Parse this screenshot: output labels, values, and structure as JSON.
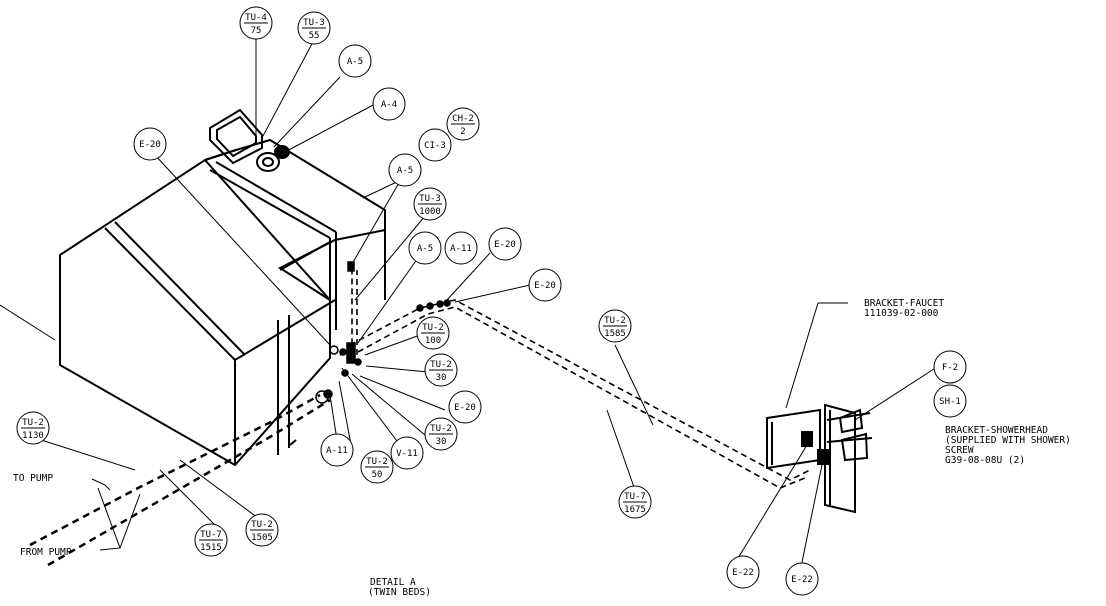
{
  "callouts": [
    {
      "top": "TU-4",
      "bottom": "75"
    },
    {
      "top": "TU-3",
      "bottom": "55"
    },
    {
      "single": "A-5"
    },
    {
      "single": "A-4"
    },
    {
      "top": "CH-2",
      "bottom": "2"
    },
    {
      "single": "CI-3"
    },
    {
      "single": "E-20"
    },
    {
      "single": "A-5"
    },
    {
      "top": "TU-3",
      "bottom": "1000"
    },
    {
      "single": "A-5"
    },
    {
      "single": "A-11"
    },
    {
      "single": "E-20"
    },
    {
      "single": "E-20"
    },
    {
      "top": "TU-2",
      "bottom": "100"
    },
    {
      "top": "TU-2",
      "bottom": "30"
    },
    {
      "single": "E-20"
    },
    {
      "top": "TU-2",
      "bottom": "30"
    },
    {
      "single": "A-11"
    },
    {
      "top": "TU-2",
      "bottom": "50"
    },
    {
      "single": "V-11"
    },
    {
      "top": "TU-2",
      "bottom": "1585"
    },
    {
      "top": "TU-7",
      "bottom": "1675"
    },
    {
      "top": "TU-2",
      "bottom": "1130"
    },
    {
      "top": "TU-7",
      "bottom": "1515"
    },
    {
      "top": "TU-2",
      "bottom": "1505"
    },
    {
      "single": "F-2"
    },
    {
      "single": "SH-1"
    },
    {
      "single": "E-22"
    },
    {
      "single": "E-22"
    }
  ],
  "labels": {
    "to_pump": "TO PUMP",
    "from_pump": "FROM PUMP",
    "bracket_faucet_1": "BRACKET-FAUCET",
    "bracket_faucet_2": "111039-02-000",
    "bracket_shower_1": "BRACKET-SHOWERHEAD",
    "bracket_shower_2": "(SUPPLIED WITH SHOWER)",
    "screw": "SCREW",
    "screw_part": "G39-08-08U (2)",
    "detail_1": "DETAIL A",
    "detail_2": "(TWIN BEDS)"
  }
}
